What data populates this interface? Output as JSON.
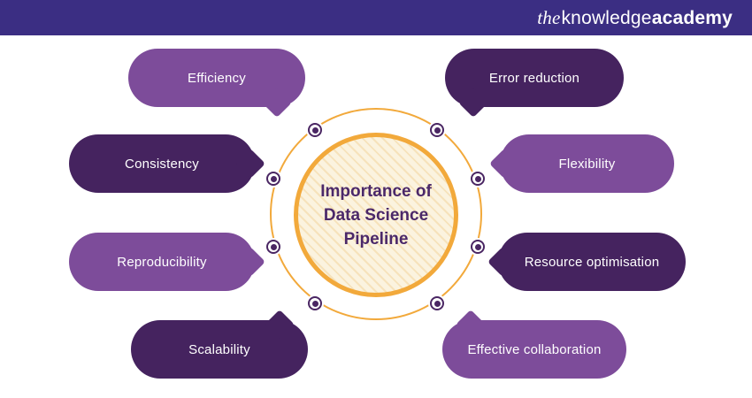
{
  "header": {
    "logo_the": "the",
    "logo_knowledge": "knowledge",
    "logo_academy": "academy"
  },
  "center": {
    "line1": "Importance of",
    "line2": "Data Science",
    "line3": "Pipeline"
  },
  "bubbles": {
    "efficiency": "Efficiency",
    "consistency": "Consistency",
    "reproducibility": "Reproducibility",
    "scalability": "Scalability",
    "error_reduction": "Error reduction",
    "flexibility": "Flexibility",
    "resource_optimisation": "Resource optimisation",
    "effective_collaboration": "Effective collaboration"
  },
  "colors": {
    "topbar": "#3B2E83",
    "bubble_medium": "#7D4C9A",
    "bubble_dark": "#45235F",
    "circle_border": "#F2A93B",
    "circle_fill": "#FBF3DF",
    "title_text": "#4B2869",
    "dot": "#4A2663"
  }
}
